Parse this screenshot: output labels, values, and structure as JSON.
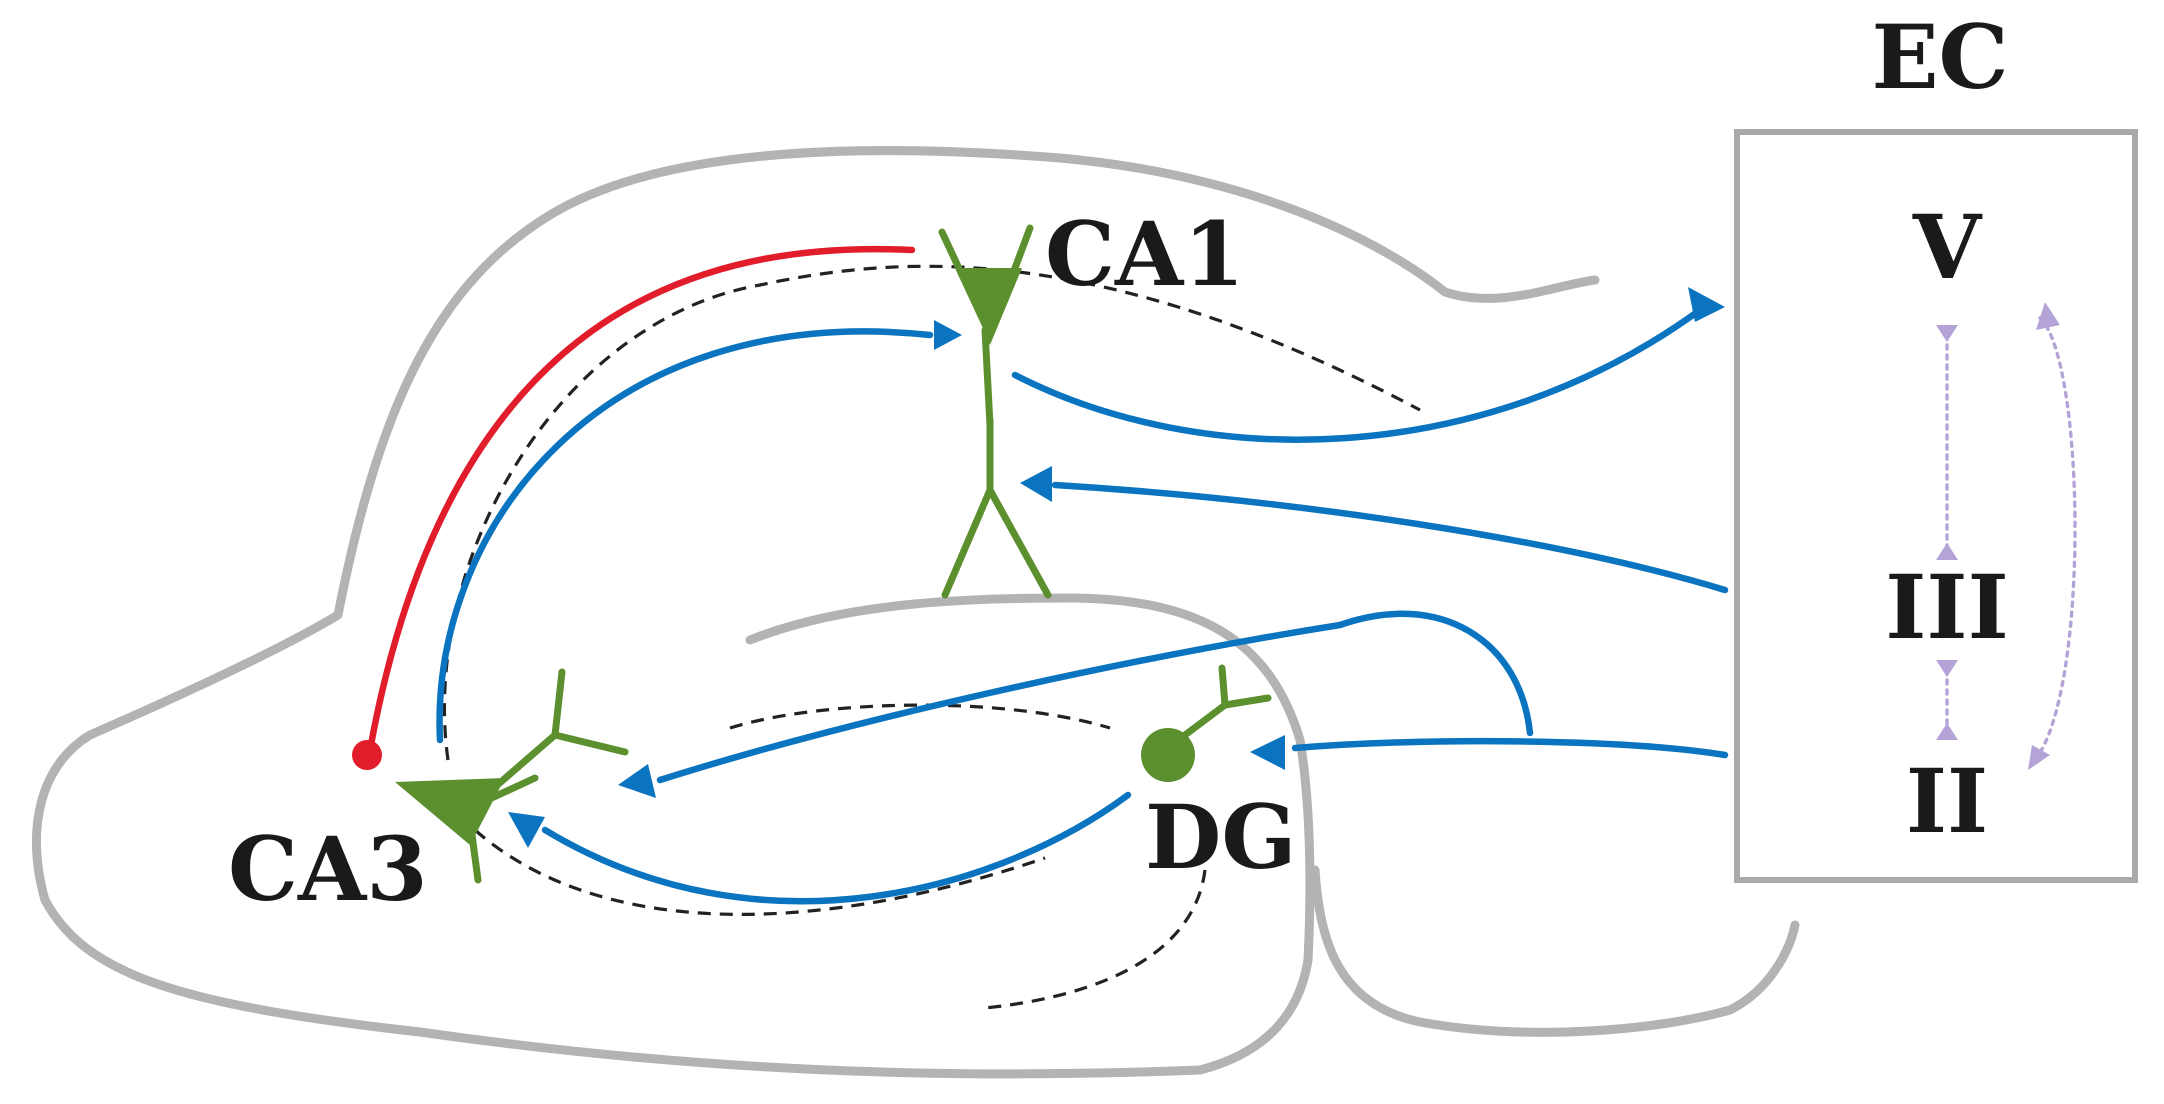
{
  "labels": {
    "ec": "EC",
    "ca1": "CA1",
    "ca3": "CA3",
    "dg": "DG",
    "layer_v": "V",
    "layer_iii": "III",
    "layer_ii": "II"
  },
  "colors": {
    "outline": "#b3b3b3",
    "pathway": "#0a74c0",
    "backprojection": "#e11d2b",
    "neuron": "#5c8f2e",
    "ec_internal": "#b4a3d6",
    "dashed_layer": "#222222"
  }
}
